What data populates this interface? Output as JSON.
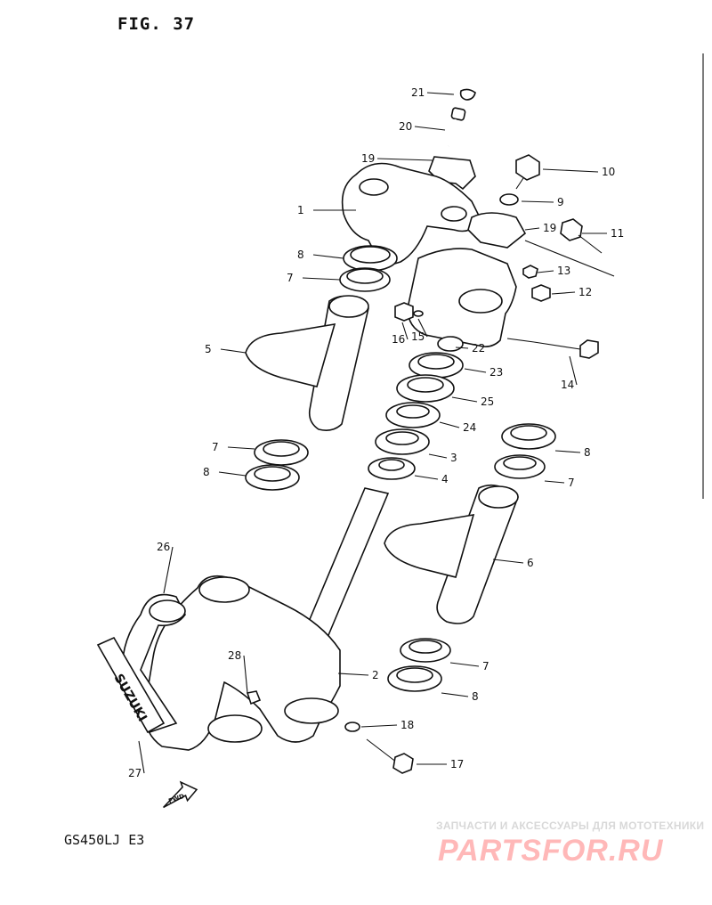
{
  "figure": {
    "title": "FIG. 37",
    "model": "GS450LJ  E3",
    "fwd_arrow_text": "FWD",
    "plate_text": "SUZUKI"
  },
  "watermark": {
    "tagline": "ЗАПЧАСТИ И АКСЕССУАРЫ ДЛЯ МОТОТЕХНИКИ",
    "logo": "PARTSFOR.RU"
  },
  "callouts": [
    {
      "id": "c21",
      "text": "21"
    },
    {
      "id": "c20",
      "text": "20"
    },
    {
      "id": "c19a",
      "text": "19"
    },
    {
      "id": "c10",
      "text": "10"
    },
    {
      "id": "c9",
      "text": "9"
    },
    {
      "id": "c1",
      "text": "1"
    },
    {
      "id": "c19b",
      "text": "19"
    },
    {
      "id": "c11",
      "text": "11"
    },
    {
      "id": "c8a",
      "text": "8"
    },
    {
      "id": "c7a",
      "text": "7"
    },
    {
      "id": "c13",
      "text": "13"
    },
    {
      "id": "c12",
      "text": "12"
    },
    {
      "id": "c16",
      "text": "16"
    },
    {
      "id": "c15",
      "text": "15"
    },
    {
      "id": "c5",
      "text": "5"
    },
    {
      "id": "c22",
      "text": "22"
    },
    {
      "id": "c14",
      "text": "14"
    },
    {
      "id": "c23",
      "text": "23"
    },
    {
      "id": "c25",
      "text": "25"
    },
    {
      "id": "c24",
      "text": "24"
    },
    {
      "id": "c7b",
      "text": "7"
    },
    {
      "id": "c8b",
      "text": "8"
    },
    {
      "id": "c3",
      "text": "3"
    },
    {
      "id": "c8c",
      "text": "8"
    },
    {
      "id": "c7c",
      "text": "7"
    },
    {
      "id": "c4",
      "text": "4"
    },
    {
      "id": "c6",
      "text": "6"
    },
    {
      "id": "c26",
      "text": "26"
    },
    {
      "id": "c28",
      "text": "28"
    },
    {
      "id": "c2",
      "text": "2"
    },
    {
      "id": "c7d",
      "text": "7"
    },
    {
      "id": "c8d",
      "text": "8"
    },
    {
      "id": "c18",
      "text": "18"
    },
    {
      "id": "c17",
      "text": "17"
    },
    {
      "id": "c27",
      "text": "27"
    }
  ]
}
